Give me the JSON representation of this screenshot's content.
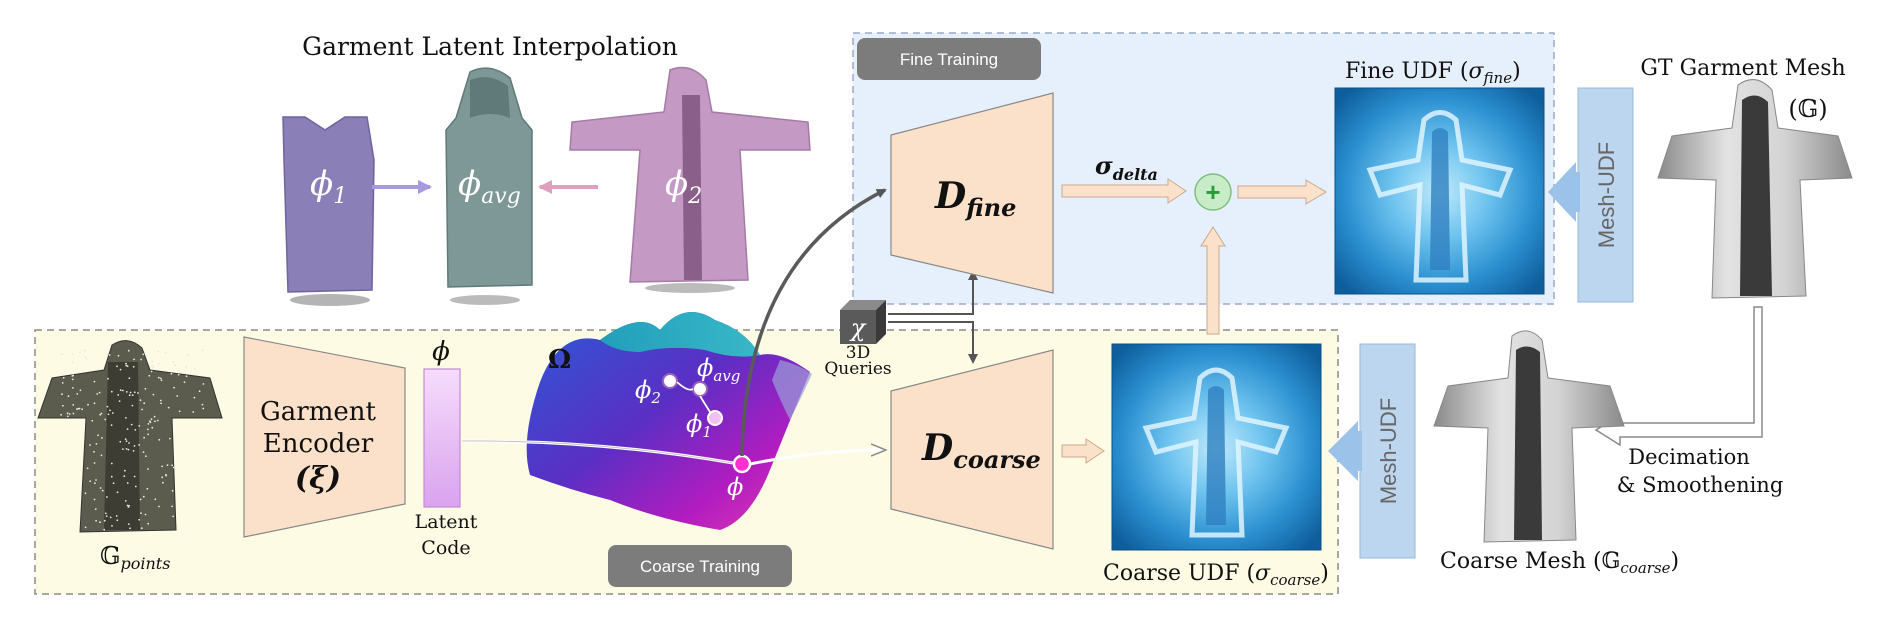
{
  "title": "Garment Latent Interpolation",
  "fine_panel": {
    "badge": "Fine Training",
    "decoder_main": "D",
    "decoder_sub": "fine",
    "delta_main": "σ",
    "delta_sub": "delta",
    "plus": "+",
    "udf_label_prefix": "Fine UDF (",
    "udf_label_sigma": "σ",
    "udf_label_sub": "fine",
    "udf_label_suffix": ")"
  },
  "coarse_panel": {
    "badge": "Coarse Training",
    "points_main": "𝔾",
    "points_sub": "points",
    "encoder_line1": "Garment",
    "encoder_line2": "Encoder",
    "encoder_line3": "(ξ)",
    "phi_top": "ϕ",
    "latent_line1": "Latent",
    "latent_line2": "Code",
    "omega": "Ω",
    "phi2": "ϕ",
    "phi2_sub": "2",
    "phi_avg": "ϕ",
    "phi_avg_sub": "avg",
    "phi1": "ϕ",
    "phi1_sub": "1",
    "phi_point": "ϕ",
    "decoder_main": "D",
    "decoder_sub": "coarse",
    "udf_label_prefix": "Coarse UDF (",
    "udf_label_sigma": "σ",
    "udf_label_sub": "coarse",
    "udf_label_suffix": ")"
  },
  "queries": {
    "symbol": "χ",
    "line1": "3D",
    "line2": "Queries"
  },
  "interp": {
    "phi1": "ϕ",
    "phi1_sub": "1",
    "phi_avg": "ϕ",
    "phi_avg_sub": "avg",
    "phi2": "ϕ",
    "phi2_sub": "2"
  },
  "right": {
    "gt_title": "GT Garment Mesh",
    "gt_symbol": "(𝔾)",
    "mesh_udf_top": "Mesh-UDF",
    "mesh_udf_bottom": "Mesh-UDF",
    "decimation_line1": "Decimation",
    "decimation_line2": "& Smoothening",
    "coarse_mesh_prefix": "Coarse Mesh (",
    "coarse_mesh_symbol": "𝔾",
    "coarse_mesh_sub": "coarse",
    "coarse_mesh_suffix": ")"
  },
  "colors": {
    "coarse_bg": "#fdfbe4",
    "fine_bg": "#e6effc",
    "decoder_fill": "#fbe1c9",
    "latent_fill": "#e7b7f2",
    "mesh_udf_fill": "#bcd6ef",
    "badge_fill": "#7c7c7c",
    "plus_fill": "#c8ecc8",
    "plus_text": "#2a9a3a"
  }
}
